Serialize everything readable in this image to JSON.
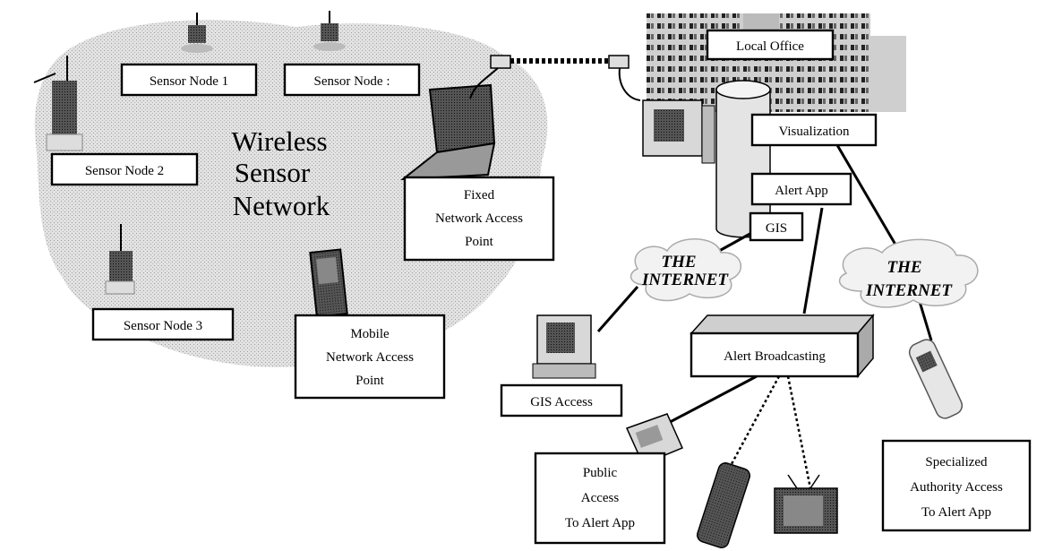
{
  "wsn_title": {
    "line1": "Wireless",
    "line2": "Sensor",
    "line3": "Network"
  },
  "sensors": {
    "node1": "Sensor Node 1",
    "node_top2": "Sensor Node :",
    "node2": "Sensor Node 2",
    "node3": "Sensor Node 3"
  },
  "fixed_access": {
    "line1": "Fixed",
    "line2": "Network Access",
    "line3": "Point"
  },
  "mobile_access": {
    "line1": "Mobile",
    "line2": "Network Access",
    "line3": "Point"
  },
  "office": {
    "local_office": "Local Office",
    "visualization": "Visualization",
    "alert_app": "Alert App",
    "gis": "GIS"
  },
  "internet_left": {
    "line1": "THE",
    "line2": "INTERNET"
  },
  "internet_right": {
    "line1": "THE",
    "line2": "INTERNET"
  },
  "gis_access": "GIS Access",
  "alert_broadcasting": "Alert Broadcasting",
  "public_access": {
    "line1": "Public",
    "line2": "Access",
    "line3": "To Alert App"
  },
  "specialized_access": {
    "line1": "Specialized",
    "line2": "Authority Access",
    "line3": "To Alert App"
  }
}
